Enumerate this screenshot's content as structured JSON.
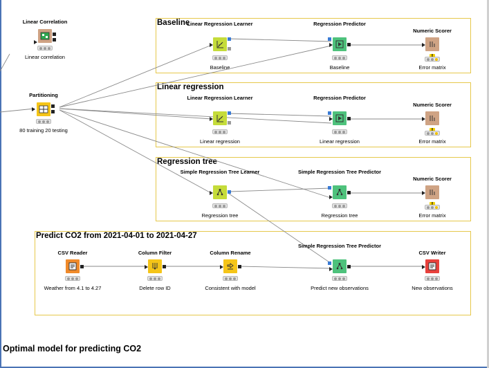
{
  "workspace_title": "Optimal model for predicting CO2",
  "annotations": {
    "baseline": "Baseline",
    "linear_regression": "Linear regression",
    "regression_tree": "Regression tree",
    "predict": "Predict CO2 from 2021-04-01 to 2021-04-27"
  },
  "nodes": {
    "linear_correlation": {
      "title": "Linear Correlation",
      "label": "Linear correlation"
    },
    "partitioning": {
      "title": "Partitioning",
      "label": "80 training 20 testing"
    },
    "lr_learner_1": {
      "title": "Linear Regression Learner",
      "label": "Baseline"
    },
    "reg_predictor_1": {
      "title": "Regression Predictor",
      "label": "Baseline"
    },
    "scorer_1": {
      "title": "Numeric Scorer",
      "label": "Error matrix"
    },
    "lr_learner_2": {
      "title": "Linear Regression Learner",
      "label": "Linear regression"
    },
    "reg_predictor_2": {
      "title": "Regression Predictor",
      "label": "Linear regression"
    },
    "scorer_2": {
      "title": "Numeric Scorer",
      "label": "Error matrix"
    },
    "tree_learner": {
      "title": "Simple Regression Tree Learner",
      "label": "Regression tree"
    },
    "tree_predictor_1": {
      "title": "Simple Regression Tree Predictor",
      "label": "Regression tree"
    },
    "scorer_3": {
      "title": "Numeric Scorer",
      "label": "Error matrix"
    },
    "csv_reader": {
      "title": "CSV Reader",
      "label": "Weather from 4.1 to 4.27"
    },
    "column_filter": {
      "title": "Column Filter",
      "label": "Delete row ID"
    },
    "column_rename": {
      "title": "Column Rename",
      "label": "Consistent with model"
    },
    "tree_predictor_2": {
      "title": "Simple Regression Tree Predictor",
      "label": "Predict new observations"
    },
    "csv_writer": {
      "title": "CSV Writer",
      "label": "New observations"
    }
  },
  "icons": {
    "linear_correlation": "correlation-matrix-icon",
    "partitioning": "partition-icon",
    "learner": "regression-learner-icon",
    "predictor": "predictor-icon",
    "scorer": "scorer-icon",
    "csv_reader": "csv-reader-icon",
    "column_filter": "column-filter-icon",
    "column_rename": "column-rename-icon",
    "csv_writer": "csv-writer-icon"
  },
  "colors": {
    "learner": "#c5dc3a",
    "predictor": "#4ec27c",
    "scorer": "#cfa384",
    "manipulator": "#f5c518",
    "reader": "#f08a2a",
    "writer": "#e8413c",
    "annotation_border": "#e6c84a"
  }
}
